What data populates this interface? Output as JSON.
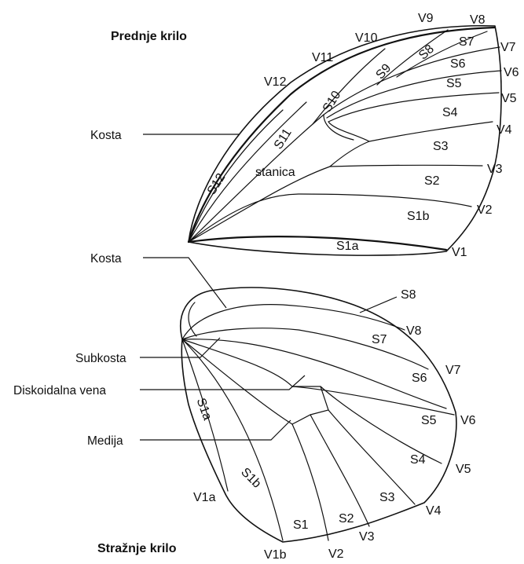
{
  "titles": {
    "forewing": "Prednje krilo",
    "hindwing": "Stražnje krilo"
  },
  "callouts": {
    "costa_fore": "Kosta",
    "costa_hind": "Kosta",
    "subcosta": "Subkosta",
    "discoidal": "Diskoidalna vena",
    "media": "Medija"
  },
  "forewing": {
    "cell": "stanica",
    "veins": [
      "V1",
      "V2",
      "V3",
      "V4",
      "V5",
      "V6",
      "V7",
      "V8",
      "V9",
      "V10",
      "V11",
      "V12"
    ],
    "spaces": [
      "S1a",
      "S1b",
      "S2",
      "S3",
      "S4",
      "S5",
      "S6",
      "S7",
      "S8",
      "S9",
      "S10",
      "S11",
      "S12"
    ]
  },
  "hindwing": {
    "veins": [
      "V1a",
      "V1b",
      "V2",
      "V3",
      "V4",
      "V5",
      "V6",
      "V7",
      "V8"
    ],
    "spaces": [
      "S1a",
      "S1b",
      "S1",
      "S2",
      "S3",
      "S4",
      "S5",
      "S6",
      "S7",
      "S8"
    ]
  },
  "colors": {
    "ink": "#111111",
    "background": "#ffffff"
  }
}
